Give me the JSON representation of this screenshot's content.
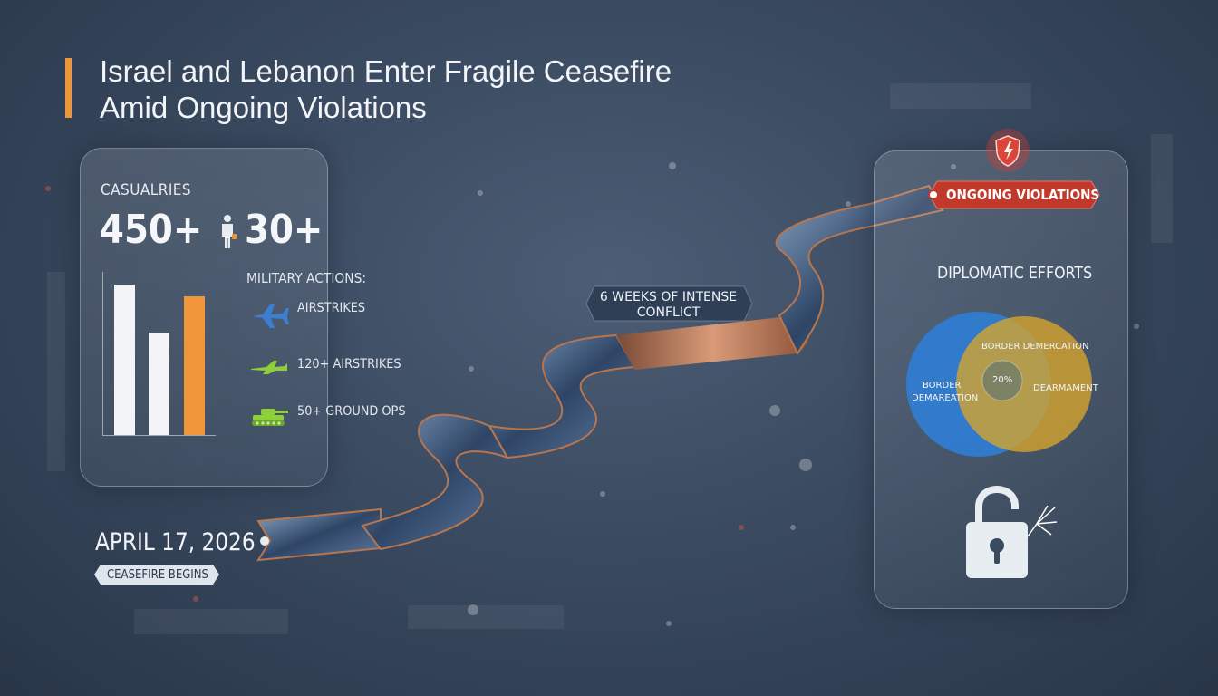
{
  "title": {
    "line1": "Israel and Lebanon Enter Fragile Ceasefire",
    "line2": "Amid Ongoing Violations"
  },
  "casualties": {
    "label": "CASUALRIES",
    "value_primary": "450+",
    "value_secondary": "30+",
    "bars": [
      {
        "value": 0.92,
        "color": "#f2f4f7"
      },
      {
        "value": 0.63,
        "color": "#f2f4f7"
      },
      {
        "value": 0.85,
        "color": "#f0953a"
      }
    ]
  },
  "military": {
    "label": "MILITARY ACTIONS:",
    "items": [
      {
        "icon": "airplane-icon",
        "text": "AIRSTRIKES",
        "color": "#3c7fd0"
      },
      {
        "icon": "fighter-jet-icon",
        "text": "120+ AIRSTRIKES",
        "color": "#8fcf3c"
      },
      {
        "icon": "tank-icon",
        "text": "50+ GROUND OPS",
        "color": "#8fcf3c"
      }
    ]
  },
  "timeline": {
    "date": "APRIL 17, 2026",
    "start_label": "CEASEFIRE BEGINS",
    "middle_label_line1": "6 WEEKS OF INTENSE",
    "middle_label_line2": "CONFLICT"
  },
  "violations": {
    "label": "ONGOING VIOLATIONS",
    "color": "#c0392b"
  },
  "diplomacy": {
    "title": "DIPLOMATIC EFFORTS",
    "venn": {
      "center_top": "BORDER DEMERCATION",
      "center_value": "20%",
      "left_line1": "BORDER",
      "left_line2": "DEMAREATION",
      "right": "DEARMAMENT",
      "left_color": "#2f7fd8",
      "right_color": "#d8a52a"
    },
    "icon": "broken-lock-icon"
  }
}
